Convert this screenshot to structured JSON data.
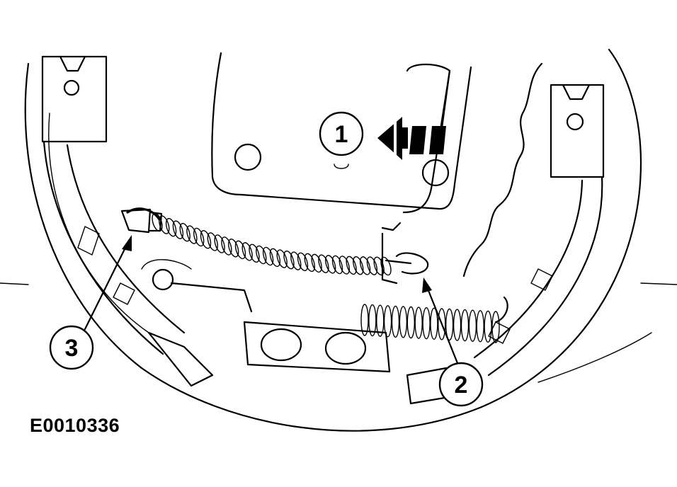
{
  "figure": {
    "id_label": "E0010336"
  },
  "callouts": [
    {
      "number": "1",
      "meaning": "direction-arrow"
    },
    {
      "number": "2",
      "meaning": "cable-end-fitting"
    },
    {
      "number": "3",
      "meaning": "cable-sheath-end"
    }
  ],
  "colors": {
    "ink": "#000000",
    "paper": "#ffffff"
  }
}
